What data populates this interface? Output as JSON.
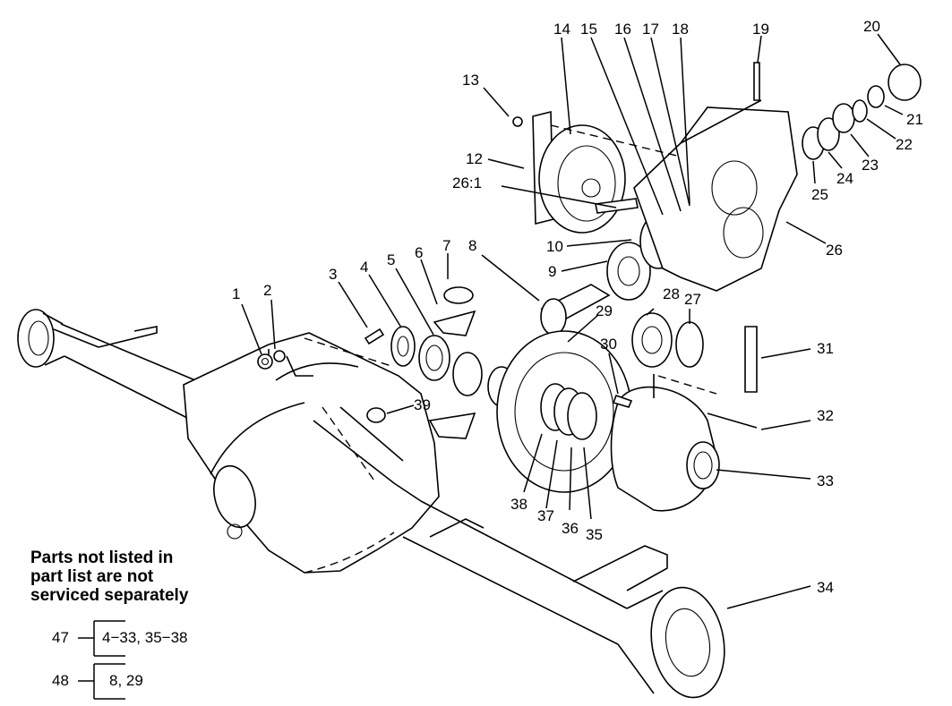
{
  "callouts": [
    {
      "id": "c1",
      "label": "1"
    },
    {
      "id": "c2",
      "label": "2"
    },
    {
      "id": "c3",
      "label": "3"
    },
    {
      "id": "c4",
      "label": "4"
    },
    {
      "id": "c5",
      "label": "5"
    },
    {
      "id": "c6",
      "label": "6"
    },
    {
      "id": "c7",
      "label": "7"
    },
    {
      "id": "c8",
      "label": "8"
    },
    {
      "id": "c9",
      "label": "9"
    },
    {
      "id": "c10",
      "label": "10"
    },
    {
      "id": "c12",
      "label": "12"
    },
    {
      "id": "c13",
      "label": "13"
    },
    {
      "id": "c14",
      "label": "14"
    },
    {
      "id": "c15",
      "label": "15"
    },
    {
      "id": "c16",
      "label": "16"
    },
    {
      "id": "c17",
      "label": "17"
    },
    {
      "id": "c18",
      "label": "18"
    },
    {
      "id": "c19",
      "label": "19"
    },
    {
      "id": "c20",
      "label": "20"
    },
    {
      "id": "c21",
      "label": "21"
    },
    {
      "id": "c22",
      "label": "22"
    },
    {
      "id": "c23",
      "label": "23"
    },
    {
      "id": "c24",
      "label": "24"
    },
    {
      "id": "c25",
      "label": "25"
    },
    {
      "id": "c26",
      "label": "26"
    },
    {
      "id": "c26_1",
      "label": "26:1"
    },
    {
      "id": "c27",
      "label": "27"
    },
    {
      "id": "c28",
      "label": "28"
    },
    {
      "id": "c29",
      "label": "29"
    },
    {
      "id": "c30",
      "label": "30"
    },
    {
      "id": "c31",
      "label": "31"
    },
    {
      "id": "c32",
      "label": "32"
    },
    {
      "id": "c33",
      "label": "33"
    },
    {
      "id": "c34",
      "label": "34"
    },
    {
      "id": "c35",
      "label": "35"
    },
    {
      "id": "c36",
      "label": "36"
    },
    {
      "id": "c37",
      "label": "37"
    },
    {
      "id": "c38",
      "label": "38"
    },
    {
      "id": "c39",
      "label": "39"
    }
  ],
  "note": {
    "line1": "Parts not listed in",
    "line2": "part list are not",
    "line3": "serviced separately"
  },
  "kits": [
    {
      "number": "47",
      "contents": "4−33, 35−38"
    },
    {
      "number": "48",
      "contents": "8, 29"
    }
  ]
}
